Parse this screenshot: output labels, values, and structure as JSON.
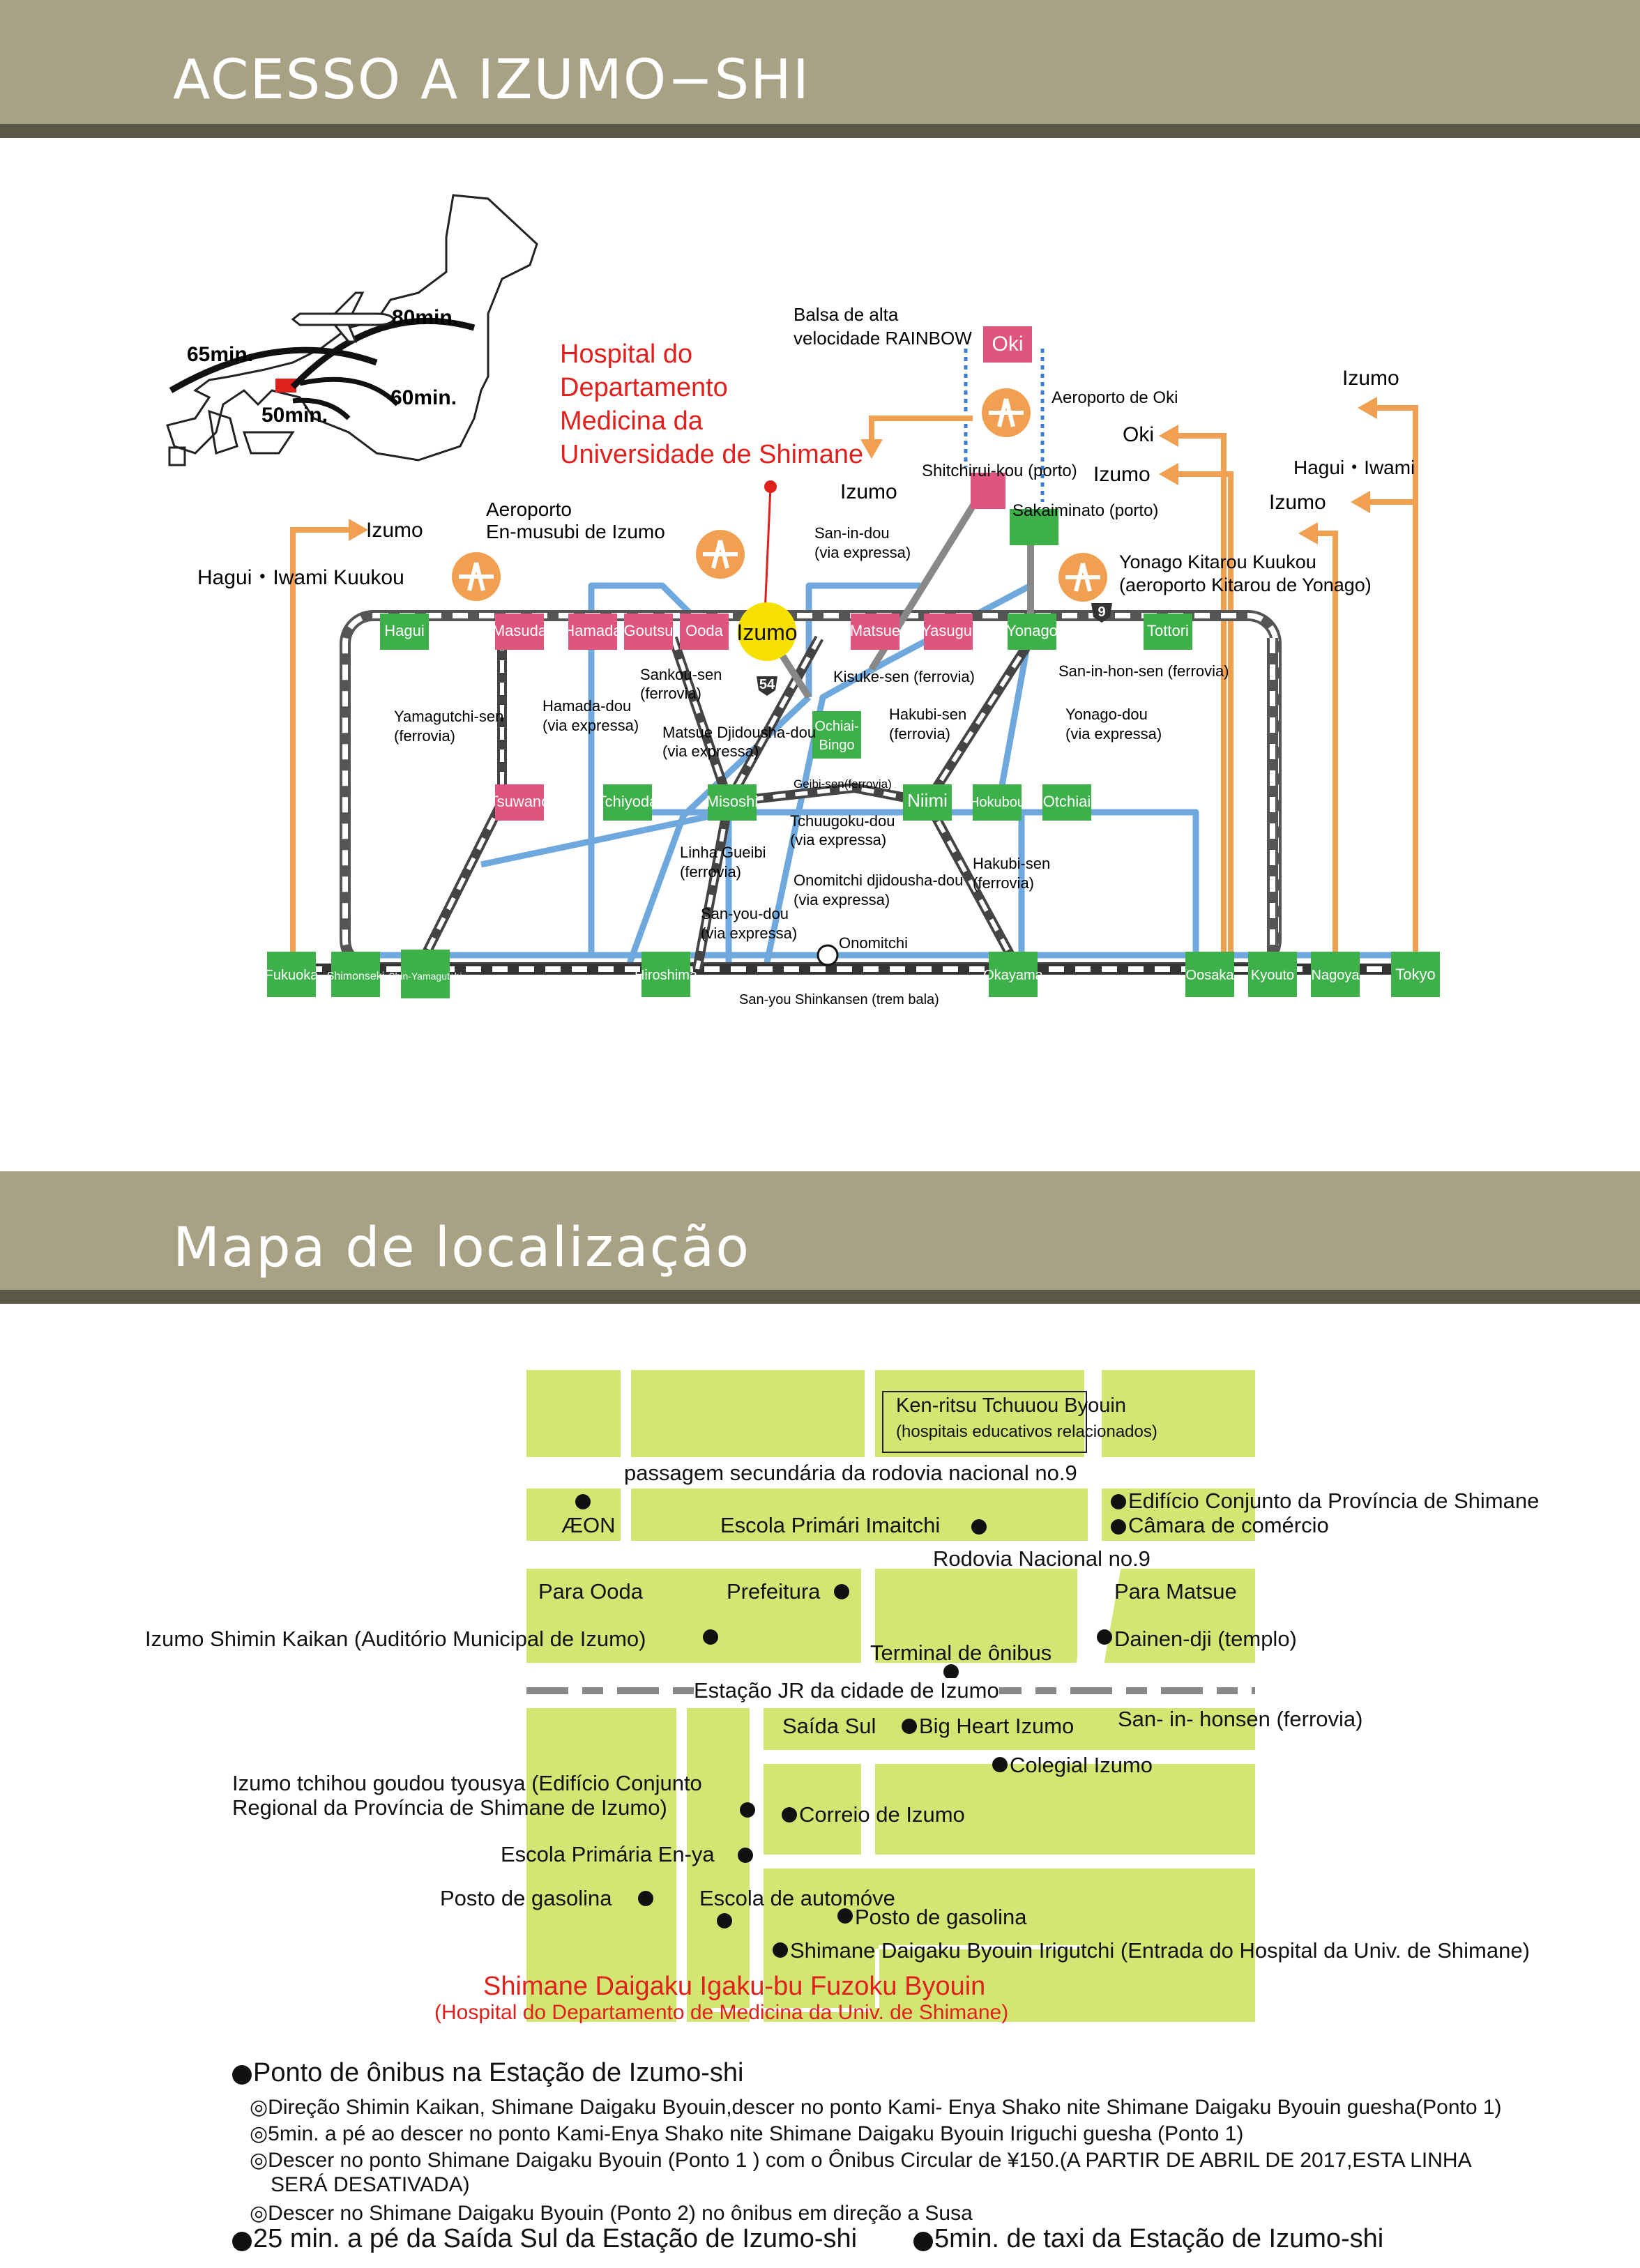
{
  "section1": {
    "title": "ACESSO A IZUMO−SHI"
  },
  "section2": {
    "title": "Mapa de localização"
  },
  "japan_inset": {
    "times": [
      "65min.",
      "80min.",
      "50min.",
      "60min."
    ]
  },
  "route_map": {
    "hospital_label_lines": [
      "Hospital do",
      "Departamento",
      "Medicina da",
      "Universidade de Shimane"
    ],
    "ferry_label_lines": [
      "Balsa de alta",
      "velocidade RAINBOW"
    ],
    "oki_airport": "Aeroporto de Oki",
    "izumo_airport_lines": [
      "Aeroporto",
      "En-musubi de Izumo"
    ],
    "yonago_airport_lines": [
      "Yonago Kitarou Kuukou",
      "(aeroporto Kitarou de Yonago)"
    ],
    "hagui_airport": "Hagui・Iwami Kuukou",
    "dest_izumo": "Izumo",
    "dest_oki": "Oki",
    "dest_hagui": "Hagui・Iwami",
    "stations_main": [
      "Hagui",
      "Masuda",
      "Hamada",
      "Goutsu",
      "Ooda",
      "Izumo",
      "Matsue",
      "Yasugui",
      "Yonago",
      "Tottori"
    ],
    "stations_mid": [
      "Tsuwano",
      "Tchiyoda",
      "Misoshi",
      "Ochiai-Bingo",
      "Niimi",
      "Hokubou",
      "Otchiai"
    ],
    "stations_bottom": [
      "Fukuoka",
      "Shimonseki",
      "Shin-Yamagutchi",
      "Hiroshima",
      "Okayama",
      "Oosaka",
      "Kyouto",
      "Nagoya",
      "Tokyo"
    ],
    "ports": [
      "Oki",
      "Shitchirui-kou (porto)",
      "Sakaiminato (porto)"
    ],
    "line_labels": {
      "sanin_dou": [
        "San-in-dou",
        "(via expressa)"
      ],
      "sankou_sen": [
        "Sankou-sen",
        "(ferrovia)"
      ],
      "kisuke_sen": "Kisuke-sen (ferrovia)",
      "sanin_hon_sen": "San-in-hon-sen (ferrovia)",
      "yamaguchi_sen": [
        "Yamagutchi-sen",
        "(ferrovia)"
      ],
      "hamada_dou": [
        "Hamada-dou",
        "(via expressa)"
      ],
      "matsue_dou": [
        "Matsue Djidousha-dou",
        "(via expressa)"
      ],
      "hakubi_sen_1": [
        "Hakubi-sen",
        "(ferrovia)"
      ],
      "yonago_dou": [
        "Yonago-dou",
        "(via expressa)"
      ],
      "geibi_sen": "Geibi-sen(ferrovia)",
      "tchuugoku_dou": [
        "Tchuugoku-dou",
        "(via expressa)"
      ],
      "gueibi": [
        "Linha Gueibi",
        "(ferrovia)"
      ],
      "onomitchi_dou": [
        "Onomitchi djidousha-dou",
        "(via expressa)"
      ],
      "hakubi_sen_2": [
        "Hakubi-sen",
        "(ferrovia)"
      ],
      "sanyou_dou": [
        "San-you-dou",
        "(via expressa)"
      ],
      "onomitchi": "Onomitchi",
      "shinkansen": "San-you Shinkansen (trem bala)"
    },
    "route_numbers": [
      "54",
      "9"
    ]
  },
  "location_map": {
    "kenritsu": [
      "Ken-ritsu Tchuuou Byouin",
      "(hospitais educativos relacionados)"
    ],
    "passagem": "passagem secundária da rodovia nacional no.9",
    "aeon": "ÆON",
    "escola_imaitchi": "Escola Primári Imaitchi",
    "edificio_conjunto": "Edifício Conjunto da Província de Shimane",
    "camara": "Câmara de comércio",
    "rodovia9": "Rodovia Nacional no.9",
    "para_ooda": "Para Ooda",
    "prefeitura": "Prefeitura",
    "para_matsue": "Para Matsue",
    "shimin_kaikan": "Izumo Shimin Kaikan  (Auditório Municipal de Izumo)",
    "dainen": "Dainen-dji (templo)",
    "terminal": "Terminal de ônibus",
    "estacao": "Estação JR da cidade de Izumo",
    "saida_sul": "Saída Sul",
    "big_heart": "Big Heart Izumo",
    "sanin_honsen": "San- in- honsen  (ferrovia)",
    "colegial": "Colegial Izumo",
    "goudou": [
      "Izumo tchihou goudou tyousya (Edifício Conjunto",
      "Regional da Província de Shimane de Izumo)"
    ],
    "correio": "Correio de Izumo",
    "enya": "Escola Primária En-ya",
    "posto1": "Posto de gasolina",
    "autoescola": "Escola de automóve",
    "posto2": "Posto de gasolina",
    "iriguchi": "Shimane Daigaku Byouin Irigutchi (Entrada do Hospital da Univ. de Shimane)",
    "hospital_red": "Shimane Daigaku Igaku-bu Fuzoku Byouin",
    "hospital_red_sub": "(Hospital do Departamento de Medicina da Univ. de Shimane)"
  },
  "notes": {
    "heading": "Ponto de ônibus na Estação de Izumo-shi",
    "items": [
      "◎Direção Shimin Kaikan, Shimane Daigaku Byouin,descer no ponto  Kami- Enya Shako nite Shimane Daigaku Byouin guesha(Ponto 1)",
      "◎5min. a pé ao descer no ponto Kami-Enya Shako nite Shimane Daigaku Byouin Iriguchi guesha  (Ponto 1)",
      "◎Descer no ponto  Shimane Daigaku Byouin (Ponto 1 ) com o Ônibus Circular de ¥150.(A PARTIR DE ABRIL DE 2017,ESTA LINHA",
      "SERÁ DESATIVADA)",
      "◎Descer no Shimane Daigaku Byouin (Ponto 2) no ônibus em direção a Susa"
    ],
    "walk": "25 min. a pé da Saída Sul da Estação de Izumo-shi",
    "taxi": "5min. de taxi da Estação de Izumo-shi"
  },
  "colors": {
    "band": "#a8a284",
    "green": "#3db04a",
    "pink": "#e0557d",
    "blue": "#6fa8dc",
    "orange": "#f0a050",
    "block": "#d2e673",
    "red": "#e0201c"
  }
}
